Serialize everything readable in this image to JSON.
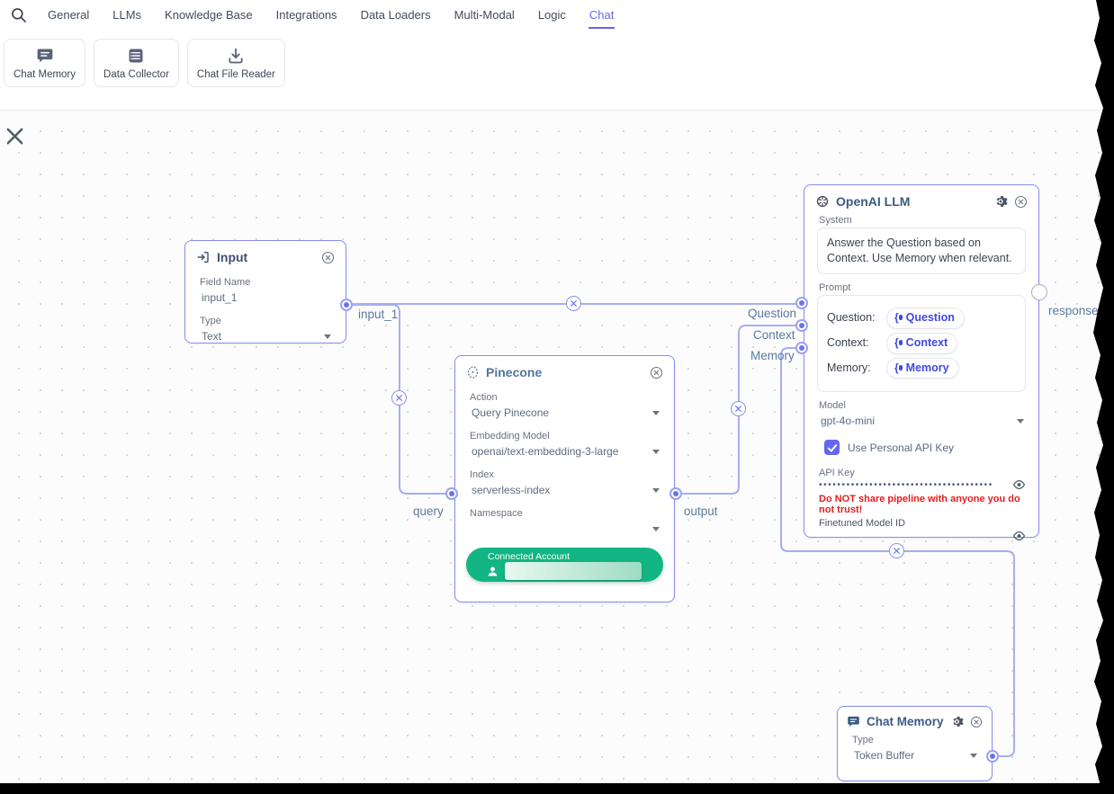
{
  "colors": {
    "accent": "#6366f1",
    "edge": "#a7adf3",
    "handle_dot": "#6a73e8",
    "connected_green": "#12b583",
    "warning_red": "#e02020",
    "chip_blue": "#4049e0"
  },
  "nav": {
    "tabs": [
      {
        "label": "General",
        "active": false
      },
      {
        "label": "LLMs",
        "active": false
      },
      {
        "label": "Knowledge Base",
        "active": false
      },
      {
        "label": "Integrations",
        "active": false
      },
      {
        "label": "Data Loaders",
        "active": false
      },
      {
        "label": "Multi-Modal",
        "active": false
      },
      {
        "label": "Logic",
        "active": false
      },
      {
        "label": "Chat",
        "active": true
      }
    ]
  },
  "palette": {
    "items": [
      {
        "label": "Chat Memory",
        "icon": "chat-bubble-icon"
      },
      {
        "label": "Data Collector",
        "icon": "list-icon"
      },
      {
        "label": "Chat File Reader",
        "icon": "download-icon"
      }
    ]
  },
  "nodes": {
    "input": {
      "title": "Input",
      "field_name_label": "Field Name",
      "field_name_value": "input_1",
      "type_label": "Type",
      "type_value": "Text"
    },
    "pinecone": {
      "title": "Pinecone",
      "action_label": "Action",
      "action_value": "Query Pinecone",
      "embedding_label": "Embedding Model",
      "embedding_value": "openai/text-embedding-3-large",
      "index_label": "Index",
      "index_value": "serverless-index",
      "namespace_label": "Namespace",
      "namespace_value": "",
      "connected_account_label": "Connected Account"
    },
    "openai": {
      "title": "OpenAI LLM",
      "system_label": "System",
      "system_value": "Answer the Question based on Context. Use Memory when relevant.",
      "prompt_label": "Prompt",
      "prompt_rows": [
        {
          "key": "Question:",
          "chip": "Question"
        },
        {
          "key": "Context:",
          "chip": "Context"
        },
        {
          "key": "Memory:",
          "chip": "Memory"
        }
      ],
      "model_label": "Model",
      "model_value": "gpt-4o-mini",
      "checkbox_label": "Use Personal API Key",
      "api_key_label": "API Key",
      "api_key_masked": "••••••••••••••••••••••••••••••••••••••",
      "warning": "Do NOT share pipeline with anyone you do not trust!",
      "finetuned_label": "Finetuned Model ID"
    },
    "chat_memory": {
      "title": "Chat Memory",
      "type_label": "Type",
      "type_value": "Token Buffer"
    }
  },
  "edges": {
    "labels": {
      "input_1": "input_1",
      "query": "query",
      "output": "output",
      "question": "Question",
      "context": "Context",
      "memory": "Memory",
      "response": "response"
    }
  }
}
